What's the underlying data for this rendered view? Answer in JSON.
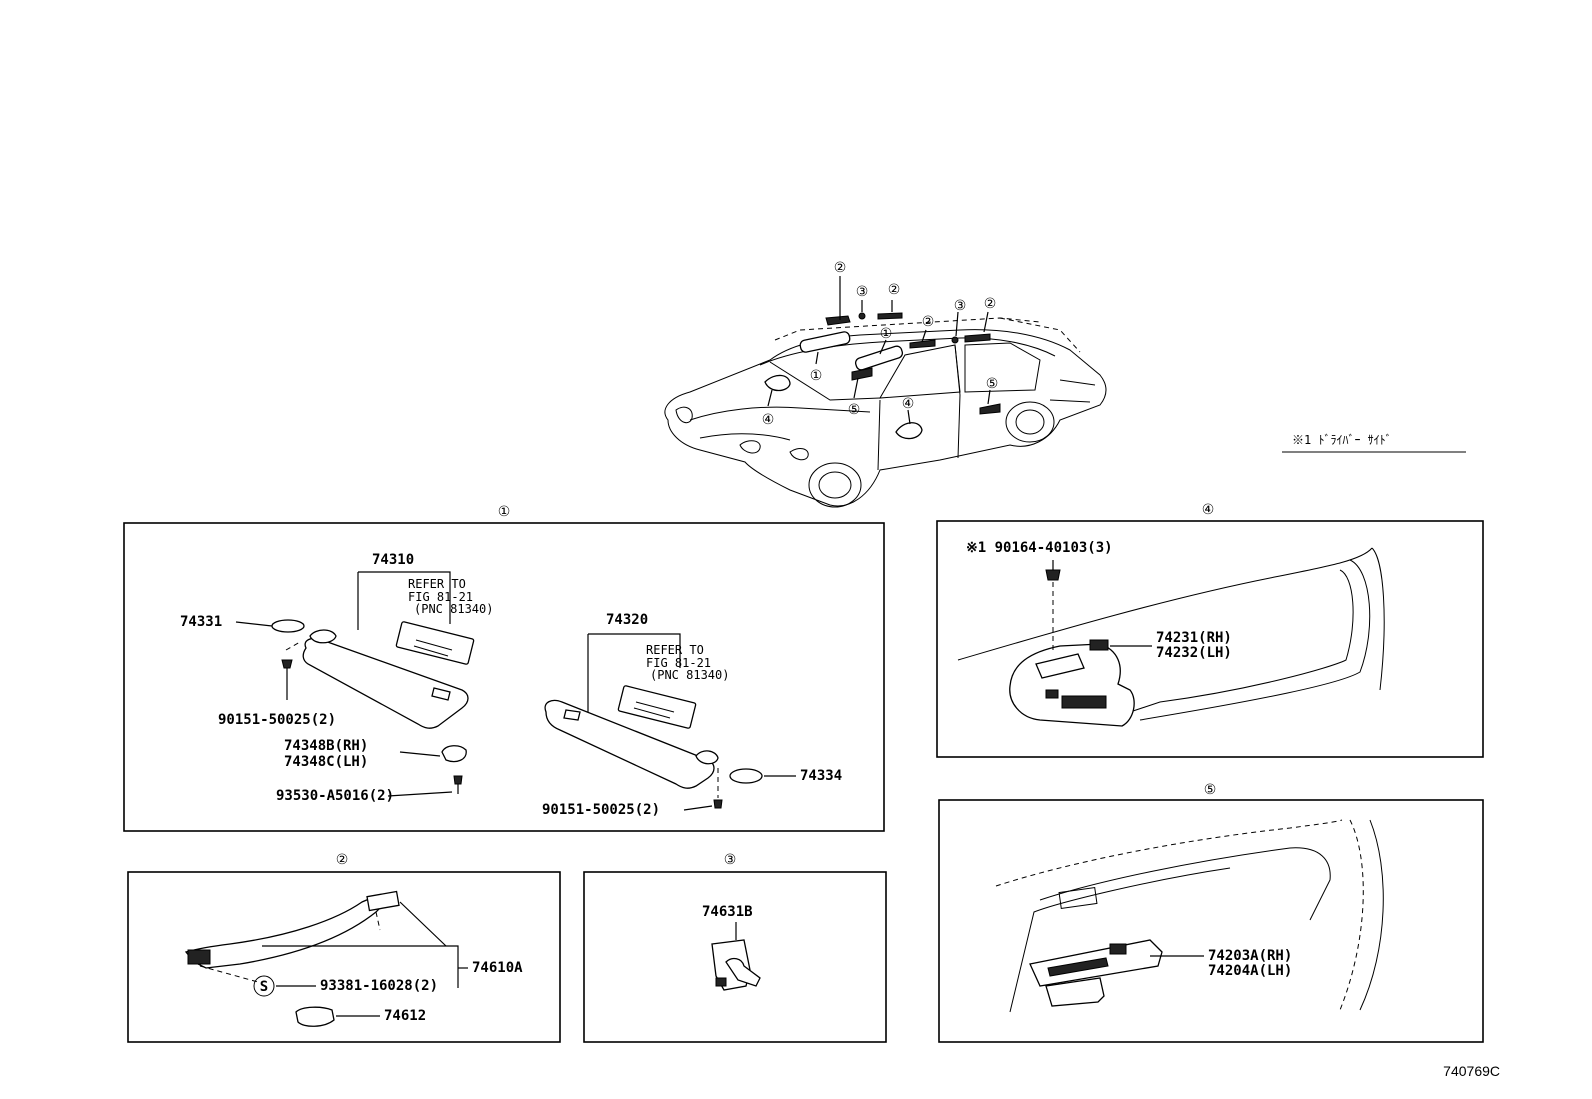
{
  "overview": {
    "markers": {
      "sunvisor": "①",
      "grip": "②",
      "holder": "③",
      "front_door_switch": "④",
      "rear_door_switch": "⑤"
    },
    "note": "※1 ﾄﾞﾗｲﾊﾞｰ ｻｲﾄﾞ"
  },
  "panel1": {
    "marker": "①",
    "p74310": "74310",
    "refer1_line1": "REFER TO",
    "refer1_line2": "FIG 81-21",
    "refer1_line3": "(PNC 81340)",
    "p74331": "74331",
    "p90151_a": "90151-50025(2)",
    "p74348b": "74348B(RH)",
    "p74348c": "74348C(LH)",
    "p93530": "93530-A5016(2)",
    "p74320": "74320",
    "refer2_line1": "REFER TO",
    "refer2_line2": "FIG 81-21",
    "refer2_line3": "(PNC 81340)",
    "p74334": "74334",
    "p90151_b": "90151-50025(2)"
  },
  "panel2": {
    "marker": "②",
    "p74610a": "74610A",
    "s_marker": "S",
    "p93381": "93381-16028(2)",
    "p74612": "74612"
  },
  "panel3": {
    "marker": "③",
    "p74631b": "74631B"
  },
  "panel4": {
    "marker": "④",
    "p90164": "※1 90164-40103(3)",
    "p74231": "74231(RH)",
    "p74232": "74232(LH)"
  },
  "panel5": {
    "marker": "⑤",
    "p74203a": "74203A(RH)",
    "p74204a": "74204A(LH)"
  },
  "diagram_code": "740769C"
}
